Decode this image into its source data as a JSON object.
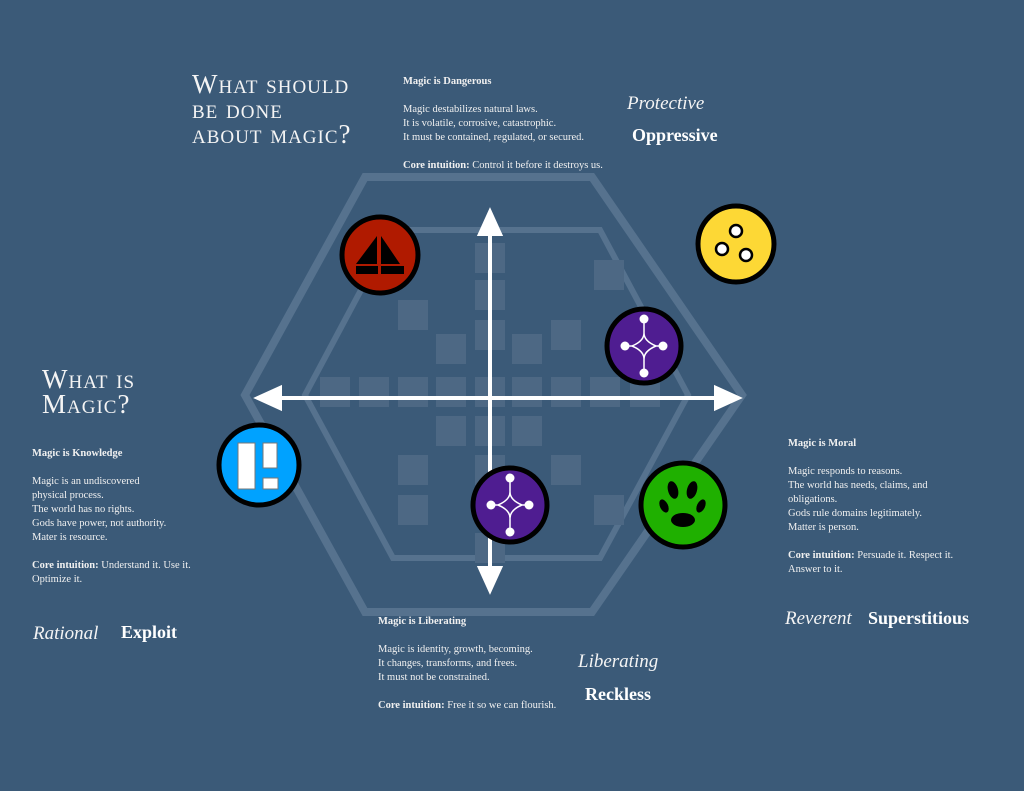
{
  "titles": {
    "action": "What should be done about magic?",
    "action_lines": [
      "What should",
      "be done",
      "about magic?"
    ],
    "nature_lines": [
      "What is",
      "Magic?"
    ]
  },
  "dangerous": {
    "heading": "Magic is Dangerous",
    "lines": [
      "Magic destabilizes natural laws.",
      "It is volatile, corrosive, catastrophic.",
      "It must be contained, regulated, or secured."
    ],
    "core_label": "Core intuition:",
    "core_text": " Control it before it destroys us.",
    "positive": "Protective",
    "negative": "Oppressive"
  },
  "knowledge": {
    "heading": "Magic is Knowledge",
    "lines": [
      "Magic is an undiscovered",
      "physical process.",
      "The world has no rights.",
      "Gods have power, not authority.",
      "Mater is resource."
    ],
    "core_label": "Core intuition:",
    "core_text": " Understand it. Use it. Optimize it.",
    "positive": "Rational",
    "negative": "Exploit"
  },
  "moral": {
    "heading": "Magic is Moral",
    "lines": [
      "Magic responds to reasons.",
      "The world has needs, claims, and obligations.",
      "Gods rule domains legitimately.",
      "Matter is person."
    ],
    "core_label": "Core intuition:",
    "core_text": " Persuade it. Respect it. Answer to it.",
    "positive": "Reverent",
    "negative": "Superstitious"
  },
  "liberating": {
    "heading": "Magic is Liberating",
    "lines": [
      "Magic is identity, growth, becoming.",
      "It changes, transforms, and frees.",
      "It must not be constrained."
    ],
    "core_label": "Core intuition:",
    "core_text": " Free it so we can flourish.",
    "positive": "Liberating",
    "negative": "Reckless"
  },
  "tokens": [
    {
      "name": "red-sail-token",
      "color": "#b01a00"
    },
    {
      "name": "yellow-dots-token",
      "color": "#fdd835"
    },
    {
      "name": "purple-star-token-upper",
      "color": "#4f1d91"
    },
    {
      "name": "blue-blocks-token",
      "color": "#00a2ff"
    },
    {
      "name": "purple-star-token-lower",
      "color": "#4f1d91"
    },
    {
      "name": "green-paw-token",
      "color": "#1fb000"
    }
  ]
}
